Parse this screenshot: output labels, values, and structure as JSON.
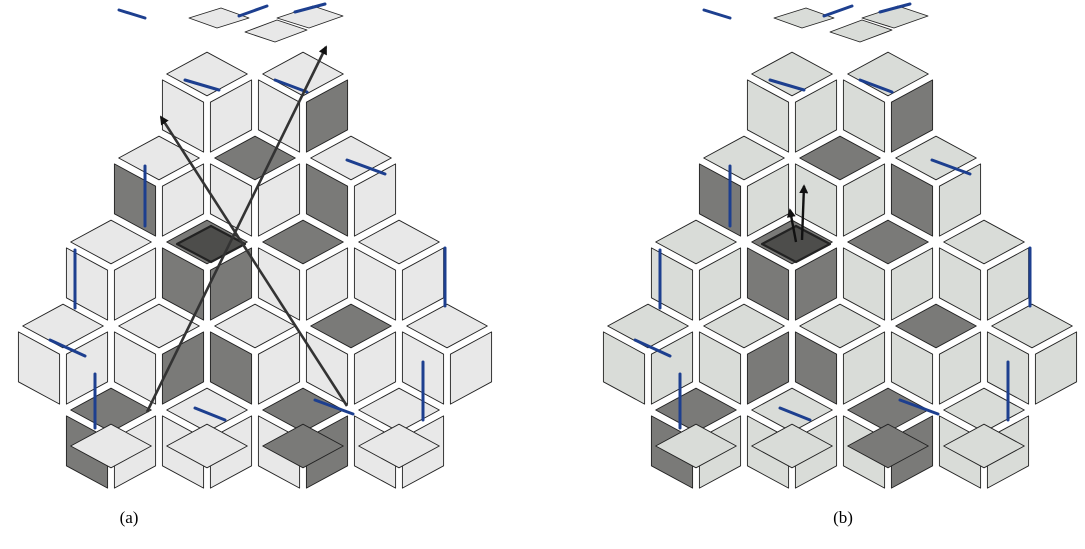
{
  "panels": [
    {
      "id": "a",
      "caption": "(a)"
    },
    {
      "id": "b",
      "caption": "(b)"
    }
  ],
  "colors": {
    "light_face_a": "#e8e8e8",
    "light_face_b": "#d9dcd8",
    "dark_face": "#7a7a78",
    "highlight_face": "#4d4d4b",
    "edge": "#222222",
    "blue_edge": "#1d3f8f",
    "arrow": "#333333"
  }
}
